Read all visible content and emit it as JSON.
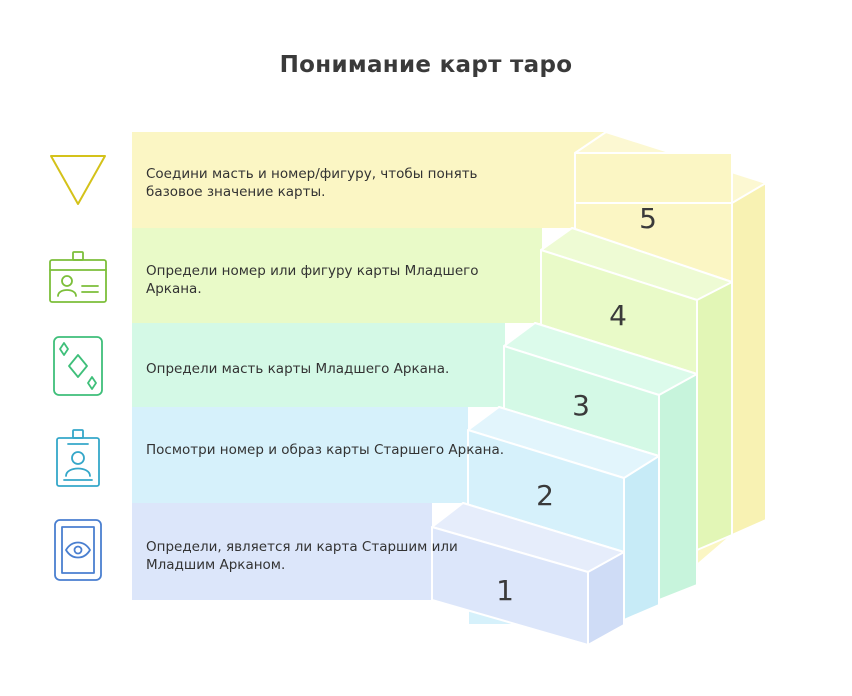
{
  "title": "Понимание карт таро",
  "steps": [
    {
      "number": "1",
      "text": "Определи, является ли карта Старшим или Младшим Арканом.",
      "icon": "tarot-card-eye-icon",
      "color": "#dce6fa",
      "icon_color": "#4a7fd0"
    },
    {
      "number": "2",
      "text": "Посмотри номер и образ карты Старшего Аркана.",
      "icon": "id-badge-person-icon",
      "color": "#d6f1fb",
      "icon_color": "#35a7c9"
    },
    {
      "number": "3",
      "text": "Определи масть карты Младшего Аркана.",
      "icon": "diamond-suit-card-icon",
      "color": "#d4f9e6",
      "icon_color": "#3fbf7a"
    },
    {
      "number": "4",
      "text": "Определи номер или фигуру карты Младшего Аркана.",
      "icon": "id-card-person-icon",
      "color": "#e9fac8",
      "icon_color": "#7cbf3a"
    },
    {
      "number": "5",
      "text": "Соедини масть и номер/фигуру, чтобы понять базовое значение карты.",
      "icon": "triangle-icon",
      "color": "#fbf6c4",
      "icon_color": "#d4c21a"
    }
  ]
}
